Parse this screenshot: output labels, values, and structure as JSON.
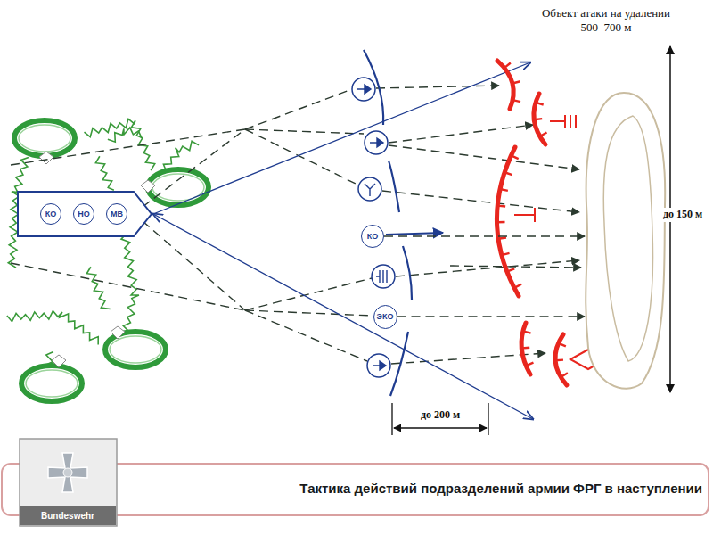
{
  "diagram": {
    "caption": "Тактика действий подразделений армии ФРГ в наступлении",
    "nodes": [
      {
        "text": [
          "КО"
        ]
      },
      {
        "text": [
          "НО"
        ]
      },
      {
        "text": [
          "МВ"
        ]
      },
      {
        "text": [
          "КО"
        ]
      },
      {
        "text": [
          "ЭКО"
        ]
      },
      {
        "text": [
          "Объект атаки на удалении 500–700 м"
        ]
      }
    ],
    "edges": [
      {
        "from": 3,
        "to": 5,
        "arrow": "to"
      },
      {
        "from": 4,
        "to": 5,
        "arrow": "to"
      }
    ],
    "labels": [
      "до 150 м",
      "до 200 м",
      "Bundeswehr"
    ]
  }
}
